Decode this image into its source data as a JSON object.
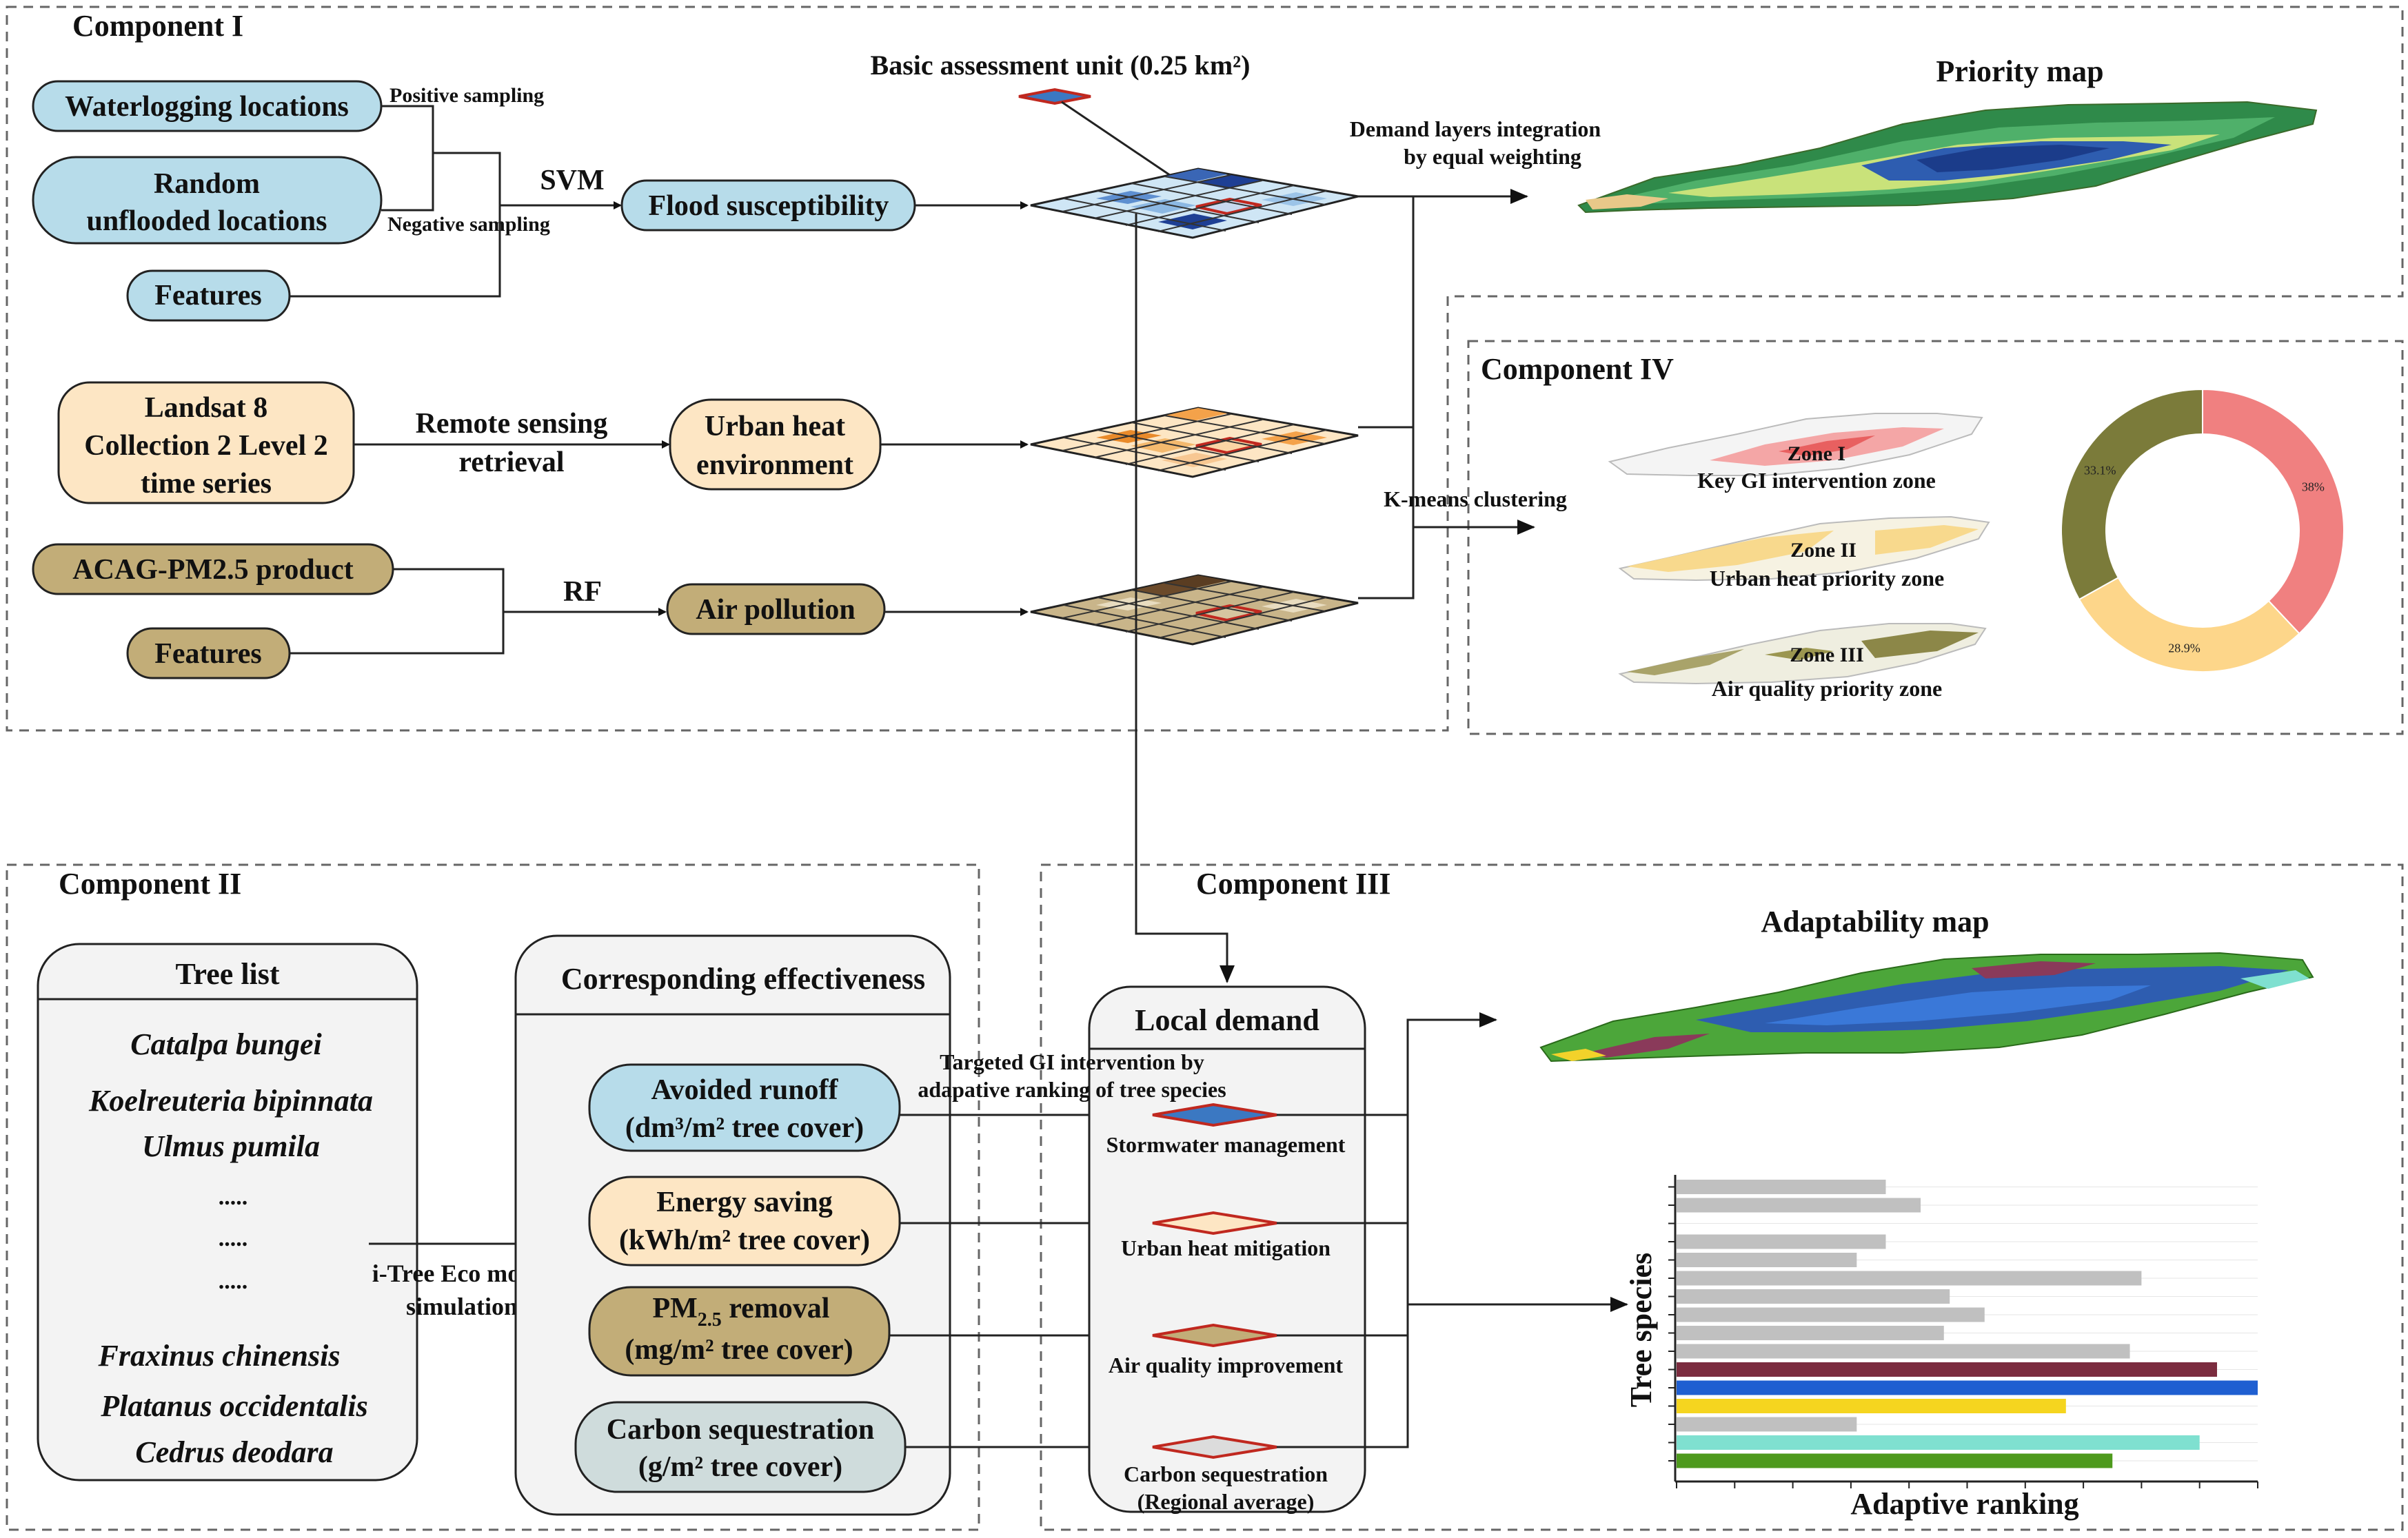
{
  "component1": {
    "title": "Component I",
    "waterlogging": "Waterlogging locations",
    "random_line1": "Random",
    "random_line2": "unflooded locations",
    "features": "Features",
    "positive_sampling": "Positive sampling",
    "negative_sampling": "Negative sampling",
    "svm": "SVM",
    "flood": "Flood susceptibility",
    "landsat_line1": "Landsat 8",
    "landsat_line2": "Collection 2 Level 2",
    "landsat_line3": "time series",
    "rs_line1": "Remote sensing",
    "rs_line2": "retrieval",
    "uhe_line1": "Urban heat",
    "uhe_line2": "environment",
    "acag": "ACAG-PM2.5 product",
    "features2": "Features",
    "rf": "RF",
    "air": "Air pollution",
    "basic_unit": "Basic assessment unit (0.25 km²)",
    "demand_line1": "Demand layers integration",
    "demand_line2": "by equal weighting",
    "priority_map": "Priority map",
    "kmeans": "K-means clustering"
  },
  "component4": {
    "title": "Component IV",
    "zone1_name": "Zone I",
    "zone1_desc": "Key GI intervention zone",
    "zone2_name": "Zone II",
    "zone2_desc": "Urban heat priority zone",
    "zone3_name": "Zone III",
    "zone3_desc": "Air quality priority zone",
    "donut": [
      {
        "label": "38%",
        "value": 38,
        "color": "#f08080"
      },
      {
        "label": "28.9%",
        "value": 28.9,
        "color": "#fdd68a"
      },
      {
        "label": "33.1%",
        "value": 33.1,
        "color": "#7b7b3a"
      }
    ]
  },
  "component2": {
    "title": "Component II",
    "tree_list_title": "Tree list",
    "trees_top": [
      "Catalpa bungei",
      "Koelreuteria bipinnata",
      "Ulmus pumila"
    ],
    "dots": [
      ".....",
      ".....",
      "....."
    ],
    "trees_bottom": [
      "Fraxinus chinensis",
      "Platanus occidentalis",
      "Cedrus deodara"
    ],
    "itree_line1": "i-Tree Eco model",
    "itree_line2": "simulation",
    "eff_title": "Corresponding effectiveness",
    "runoff_line1": "Avoided runoff",
    "runoff_line2": "(dm³/m² tree cover)",
    "energy_line1": "Energy saving",
    "energy_line2": "(kWh/m² tree cover)",
    "pm_main": "PM",
    "pm_sub": "2.5",
    "pm_rest": " removal",
    "pm_line2": "(mg/m² tree cover)",
    "carbon_line1": "Carbon sequestration",
    "carbon_line2": "(g/m² tree cover)"
  },
  "component3": {
    "title": "Component III",
    "local_demand": "Local demand",
    "targeted_line1": "Targeted GI intervention by",
    "targeted_line2": "adapative ranking of tree species",
    "stormwater": "Stormwater management",
    "heat_mit": "Urban heat mitigation",
    "air_imp": "Air quality improvement",
    "carbon_seq_line1": "Carbon sequestration",
    "carbon_seq_line2": "(Regional average)",
    "adaptability_map": "Adaptability map"
  },
  "chart_data": {
    "type": "bar",
    "orientation": "horizontal",
    "xlabel": "Adaptive ranking",
    "ylabel": "Tree species",
    "values": [
      0.36,
      0.42,
      0,
      0.36,
      0.31,
      0.8,
      0.47,
      0.53,
      0.46,
      0.78,
      0.93,
      1.0,
      0.67,
      0.31,
      0.9,
      0.75
    ],
    "colors": [
      "#c0c0c0",
      "#c0c0c0",
      "#ffffff",
      "#c0c0c0",
      "#c0c0c0",
      "#c0c0c0",
      "#c0c0c0",
      "#c0c0c0",
      "#c0c0c0",
      "#c0c0c0",
      "#7b2c3f",
      "#1f5fd1",
      "#f5d51f",
      "#c0c0c0",
      "#7fe0d0",
      "#4e9a1d"
    ],
    "xlim": [
      0,
      1
    ]
  },
  "colors": {
    "blue_fill": "#b7dcea",
    "orange_fill": "#fde6c4",
    "brown_fill": "#c2ad78",
    "grey_fill": "#cfdcdc",
    "panel_fill": "#f3f3f3"
  }
}
